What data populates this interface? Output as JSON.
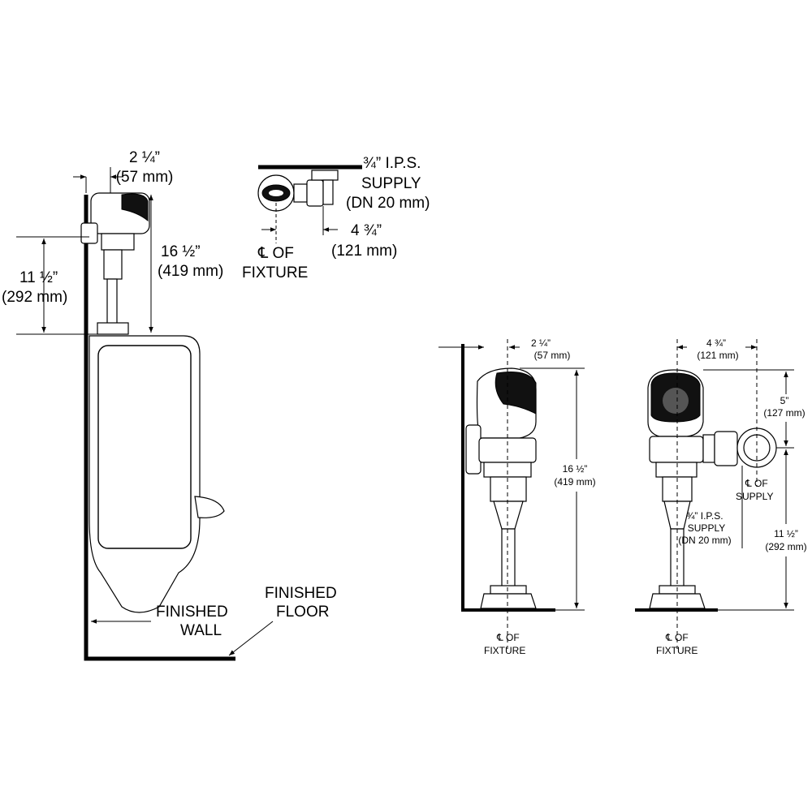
{
  "left_view": {
    "width_dim": [
      "2 ¼”",
      "(57 mm)"
    ],
    "height_dim": [
      "16 ½”",
      "(419 mm)"
    ],
    "supply_height_dim": [
      "11 ½”",
      "(292 mm)"
    ],
    "finished_wall": [
      "FINISHED",
      "WALL"
    ],
    "finished_floor": [
      "FINISHED",
      "FLOOR"
    ]
  },
  "top_view": {
    "supply": [
      "¾” I.P.S.",
      "SUPPLY",
      "(DN 20 mm)"
    ],
    "offset_dim": [
      "4 ¾”",
      "(121 mm)"
    ],
    "centerline": [
      "℄ OF",
      "FIXTURE"
    ]
  },
  "side_view": {
    "width_dim": [
      "2 ¼”",
      "(57 mm)"
    ],
    "height_dim": [
      "16 ½”",
      "(419 mm)"
    ],
    "centerline": [
      "℄ OF",
      "FIXTURE"
    ]
  },
  "front_view": {
    "offset_dim": [
      "4 ¾”",
      "(121 mm)"
    ],
    "top_dim": [
      "5”",
      "(127 mm)"
    ],
    "supply_centerline": [
      "℄ OF",
      "SUPPLY"
    ],
    "supply": [
      "¾” I.P.S.",
      "SUPPLY",
      "(DN 20 mm)"
    ],
    "height_dim": [
      "11 ½”",
      "(292 mm)"
    ],
    "centerline": [
      "℄ OF",
      "FIXTURE"
    ]
  }
}
